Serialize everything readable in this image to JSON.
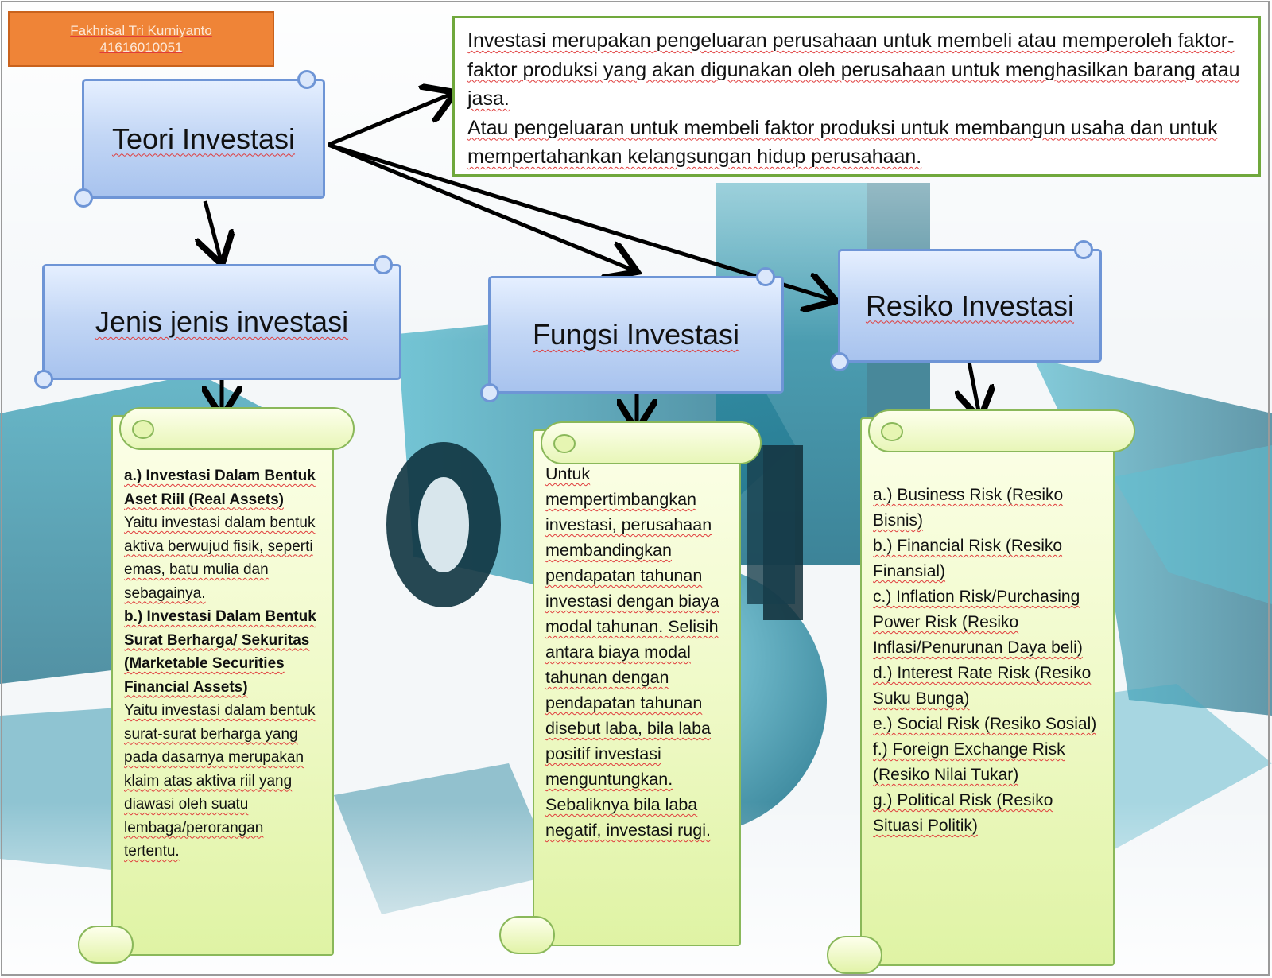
{
  "author": {
    "name": "Fakhrisal Tri Kurniyanto",
    "id": "41616010051"
  },
  "definition": {
    "paragraph1": "Investasi merupakan pengeluaran perusahaan untuk membeli atau memperoleh faktor-faktor produksi yang akan digunakan oleh perusahaan untuk menghasilkan barang atau jasa.",
    "paragraph2": "Atau pengeluaran untuk membeli faktor produksi untuk membangun usaha dan untuk mempertahankan kelangsungan hidup perusahaan."
  },
  "nodes": {
    "root": "Teori Investasi",
    "jenis": "Jenis jenis investasi",
    "fungsi": "Fungsi Investasi",
    "resiko": "Resiko Investasi"
  },
  "jenis_detail": {
    "a_heading": "a.)    Investasi Dalam Bentuk Aset Riil (Real Assets)",
    "a_text": "Yaitu investasi dalam bentuk aktiva berwujud fisik, seperti emas, batu mulia dan sebagainya.",
    "b_heading": "b.)    Investasi Dalam Bentuk Surat Berharga/ Sekuritas (Marketable Securities Financial Assets)",
    "b_text": "Yaitu investasi dalam bentuk surat-surat berharga yang pada dasarnya merupakan klaim atas aktiva riil yang diawasi oleh suatu lembaga/perorangan tertentu."
  },
  "fungsi_detail": {
    "text": "Untuk mempertimbangkan investasi, perusahaan membandingkan pendapatan tahunan investasi dengan biaya modal tahunan. Selisih antara biaya modal tahunan dengan pendapatan tahunan disebut laba, bila laba positif investasi menguntungkan. Sebaliknya bila laba negatif, investasi rugi."
  },
  "resiko_detail": {
    "items": [
      "a.)   Business Risk (Resiko Bisnis)",
      "b.)   Financial Risk (Resiko Finansial)",
      "c.)   Inflation Risk/Purchasing Power Risk (Resiko Inflasi/Penurunan Daya beli)",
      "d.)   Interest Rate Risk (Resiko Suku Bunga)",
      "e.)   Social Risk (Resiko Sosial)",
      "f.)   Foreign Exchange Risk (Resiko Nilai Tukar)",
      "g.)   Political Risk (Resiko Situasi Politik)"
    ]
  },
  "colors": {
    "blue_border": "#6e95d6",
    "green_border": "#70a83c",
    "scroll_green_border": "#8ab85a",
    "author_orange": "#ef8437",
    "arrow": "#000000",
    "spellcheck_underline": "#e03b3b",
    "background_teal": "#2a8ba3"
  },
  "icons": [
    "scroll-shape",
    "arrow"
  ]
}
